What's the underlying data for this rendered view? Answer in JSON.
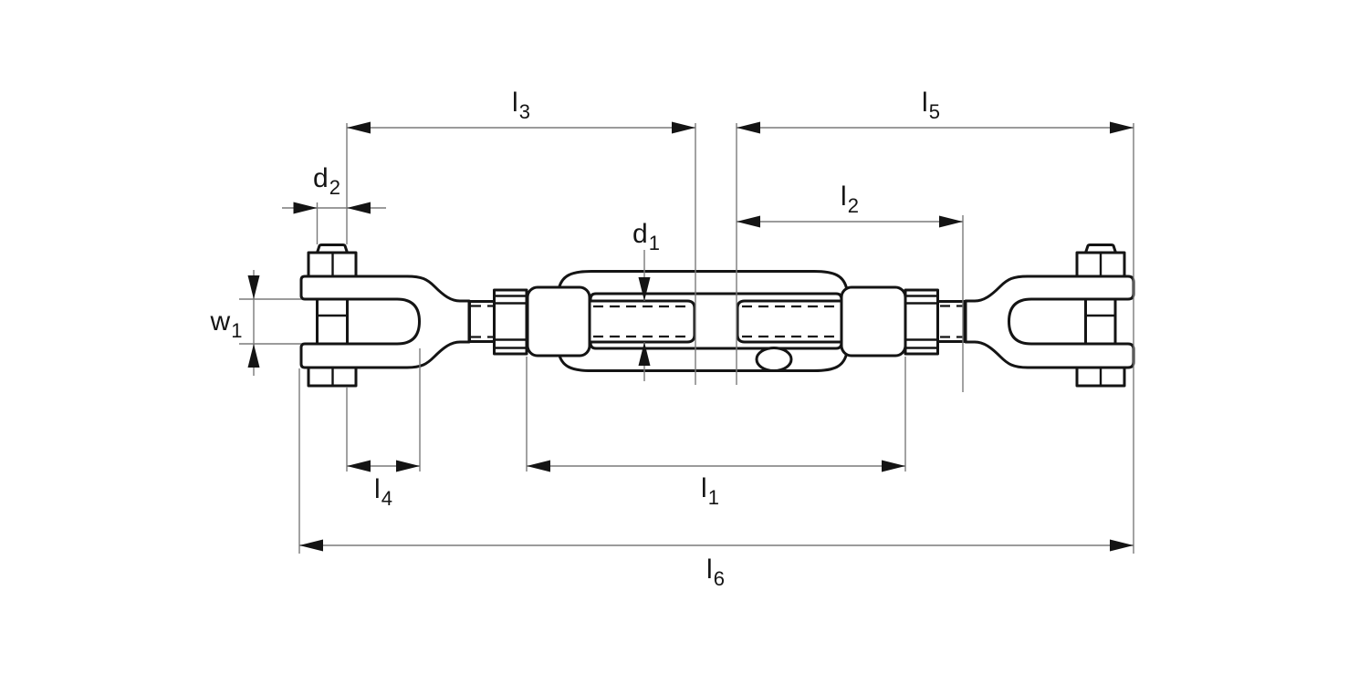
{
  "figure": {
    "description": "Open-body turnbuckle with bolted jaw (clevis) end fittings, side view technical drawing"
  },
  "dimensions": {
    "l3": {
      "base": "l",
      "sub": "3"
    },
    "l5": {
      "base": "l",
      "sub": "5"
    },
    "d2": {
      "base": "d",
      "sub": "2"
    },
    "l2": {
      "base": "l",
      "sub": "2"
    },
    "d1": {
      "base": "d",
      "sub": "1"
    },
    "w1": {
      "base": "w",
      "sub": "1"
    },
    "l4": {
      "base": "l",
      "sub": "4"
    },
    "l1": {
      "base": "l",
      "sub": "1"
    },
    "l6": {
      "base": "l",
      "sub": "6"
    }
  },
  "colors": {
    "outline": "#141414",
    "dimension_lines": "#7a7a7a",
    "background": "#ffffff"
  }
}
